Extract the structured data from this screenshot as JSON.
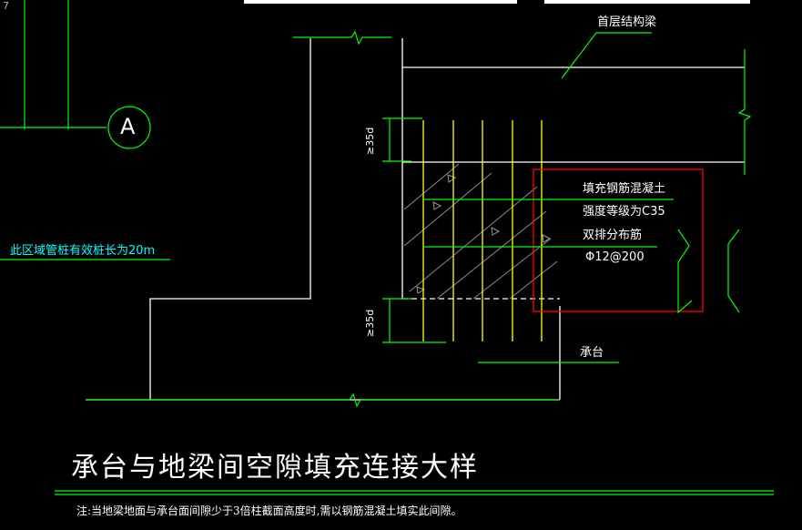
{
  "labels": {
    "grid_axis": "A",
    "beam": "首层结构梁",
    "fill_line1": "填充钢筋混凝土",
    "fill_line2": "强度等级为C35",
    "fill_line3": "双排分布筋",
    "fill_line4": "Φ12@200",
    "dim_top": "≥35d",
    "dim_bottom": "≥35d",
    "pile_cap": "承台",
    "pile_note": "此区域管桩有效桩长为20m",
    "corner_mark": "7"
  },
  "title": "承台与地梁间空隙填充连接大样",
  "note": "注:当地梁地面与承台面间隙少于3倍柱截面高度时,需以钢筋混凝土填实此间隙。",
  "colors": {
    "background": "#000000",
    "structure": "#ffffff",
    "annotation": "#00ff00",
    "rebar": "#ffff00",
    "highlight": "#ff0000",
    "cyan_text": "#00ffff",
    "hatch": "#808080"
  }
}
